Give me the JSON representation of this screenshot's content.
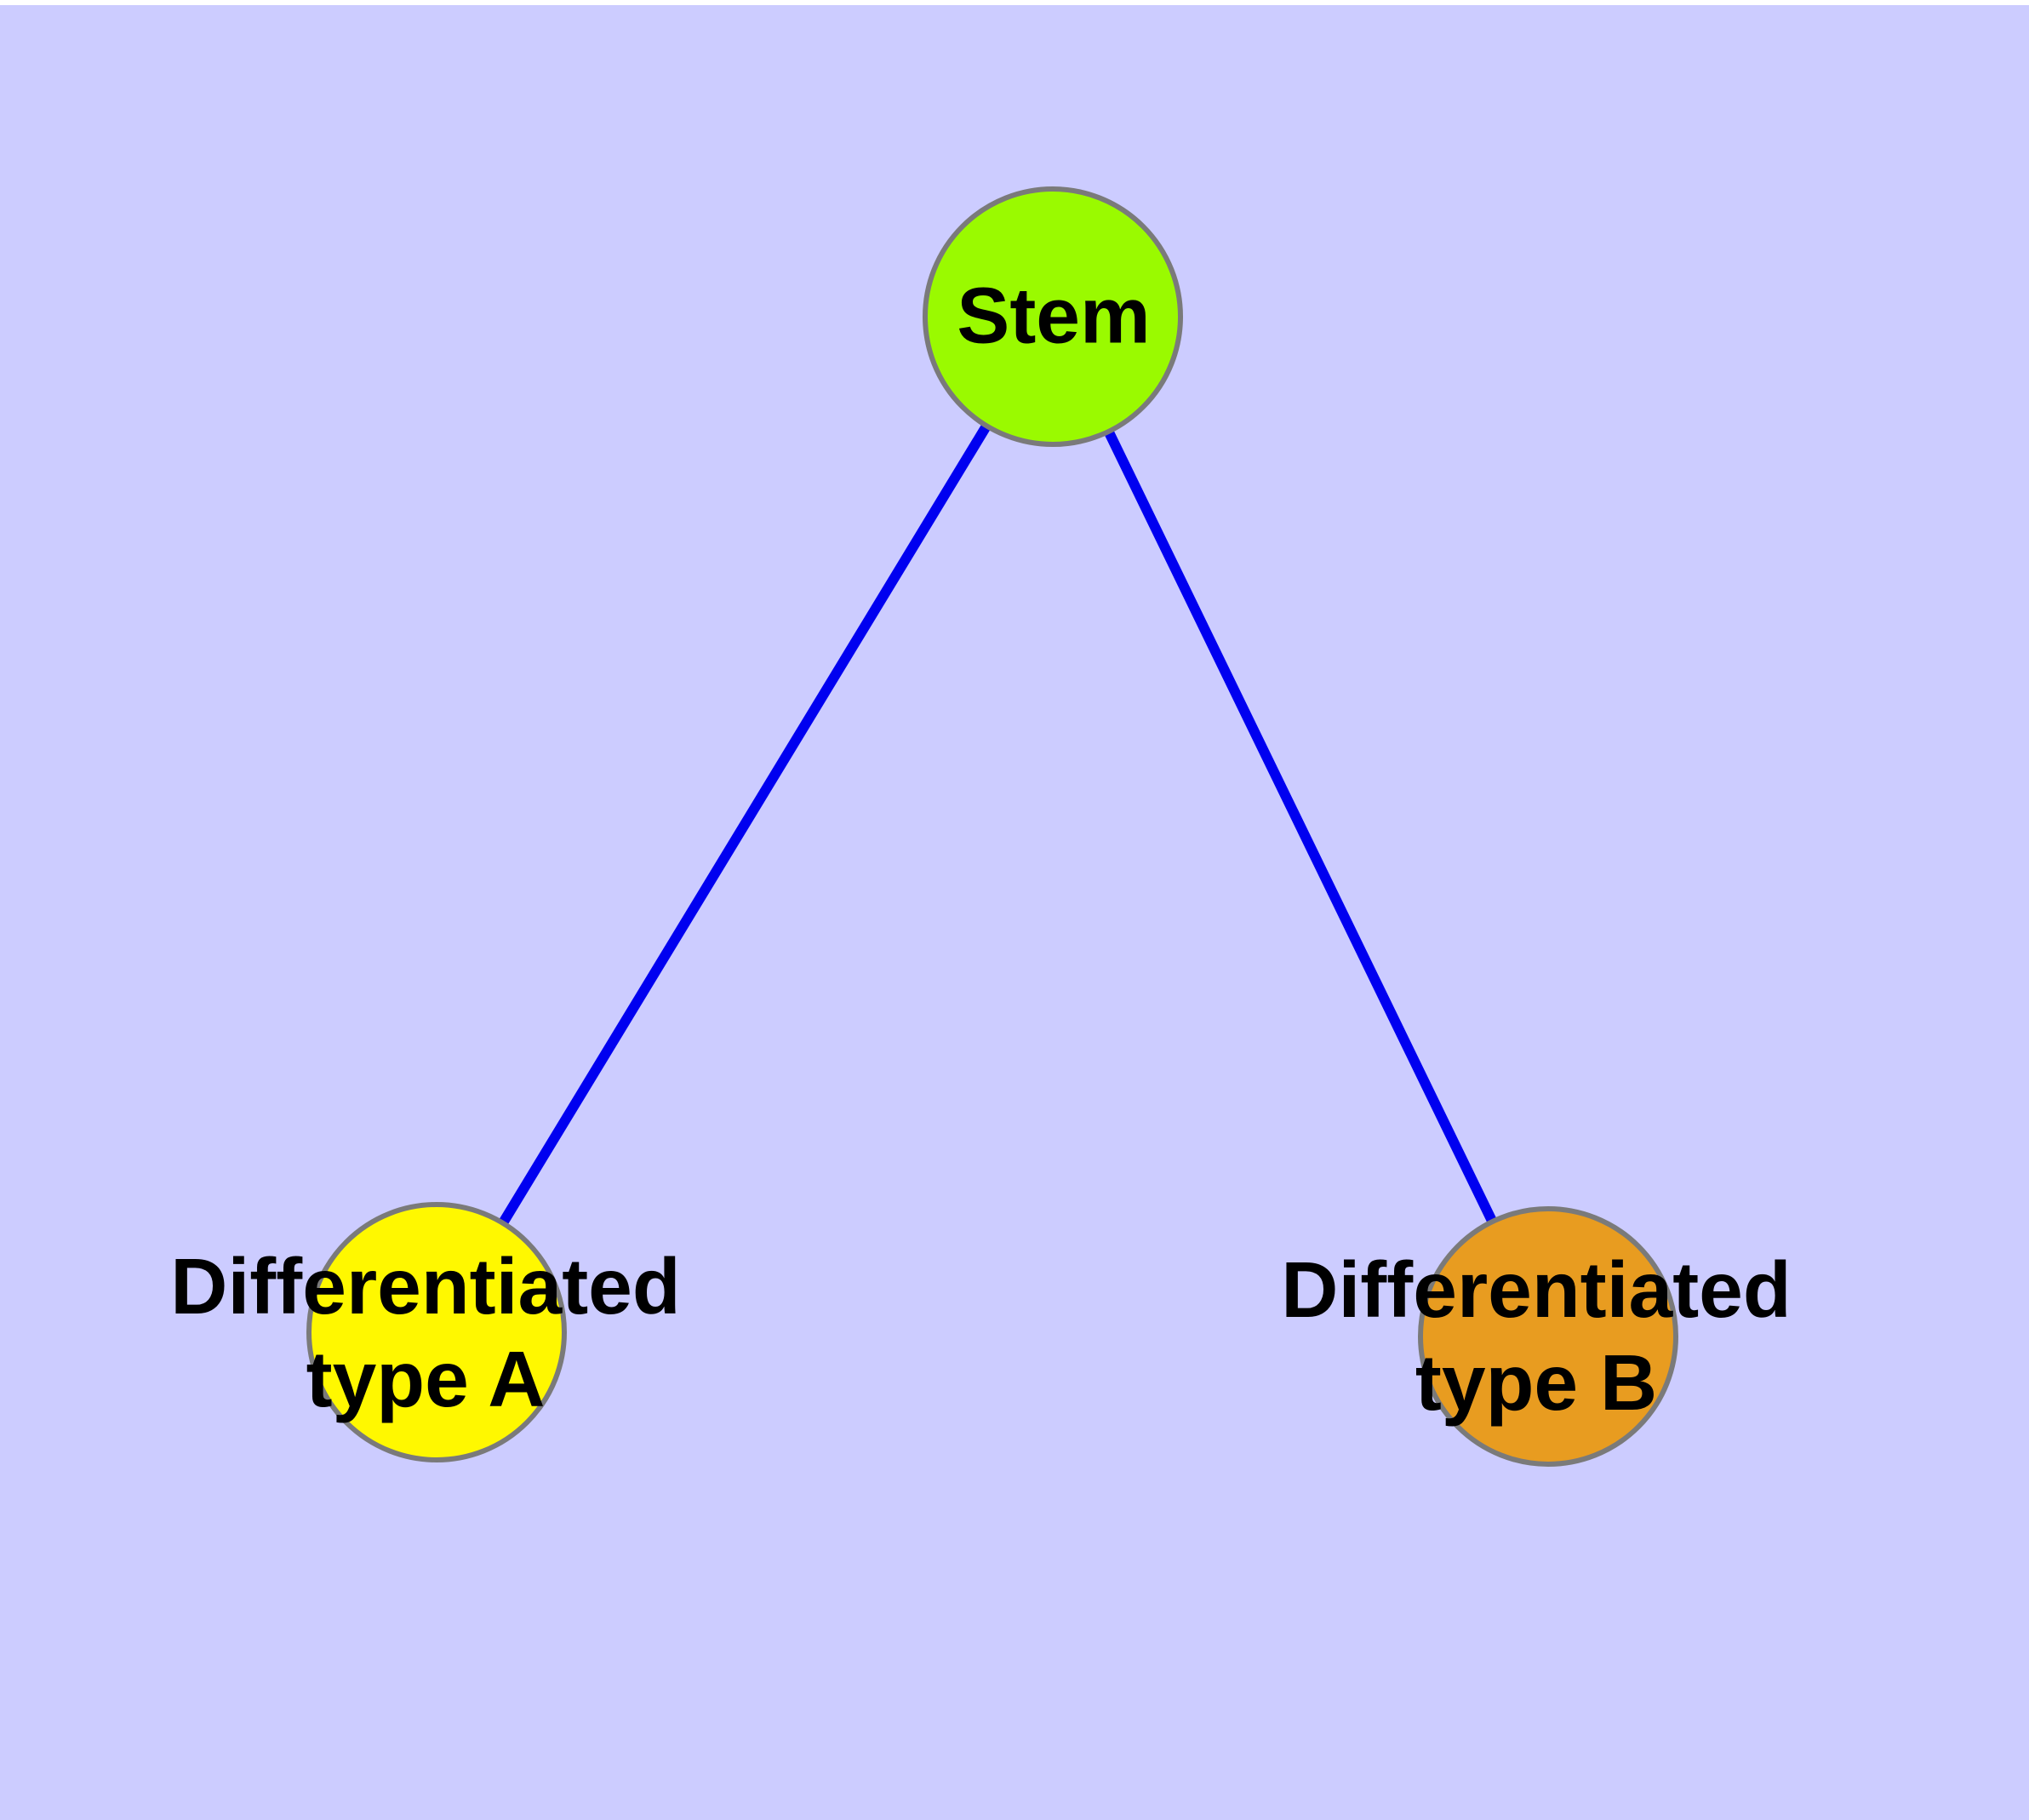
{
  "diagram": {
    "background": "#CCCCFF",
    "top_strip_color": "#FFFFFF",
    "colors": {
      "edge": "#0000F0",
      "node_border": "#7A7A7A",
      "label_text": "#000000"
    },
    "nodes": [
      {
        "id": "stem",
        "label": "Stem",
        "fill": "#9AFA00"
      },
      {
        "id": "differentiated-type-a",
        "label": "Differentiated\ntype A",
        "fill": "#FFF800"
      },
      {
        "id": "differentiated-type-b",
        "label": "Differentiated\ntype B",
        "fill": "#E89C20"
      }
    ],
    "edges": [
      {
        "from": "stem",
        "to": "differentiated-type-a"
      },
      {
        "from": "stem",
        "to": "differentiated-type-b"
      }
    ]
  }
}
